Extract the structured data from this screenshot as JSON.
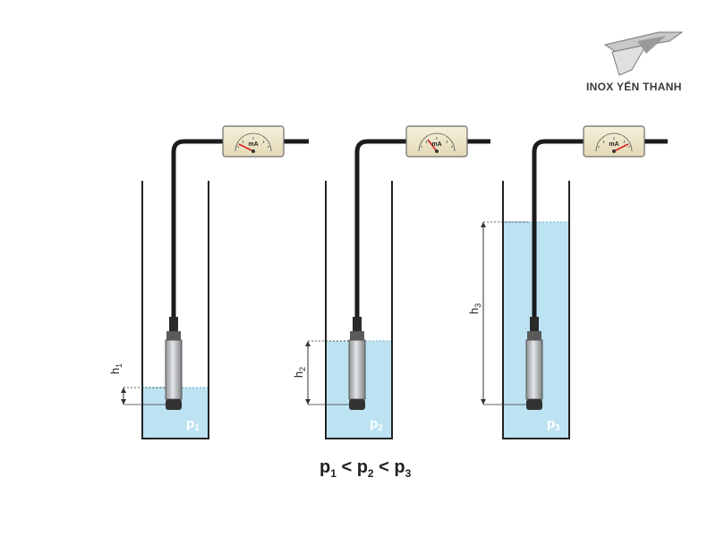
{
  "logo": {
    "brand": "INOX YẾN THANH"
  },
  "gauges": [
    {
      "unit": "mA"
    },
    {
      "unit": "mA"
    },
    {
      "unit": "mA"
    }
  ],
  "labels": {
    "h1": "h1",
    "h2": "h2",
    "h3": "h3",
    "p1": "p1",
    "p2": "p2",
    "p3": "p3"
  },
  "relation": "p1 < p2 < p3",
  "colors": {
    "water": "#bde3f2",
    "cable": "#1c1c1c",
    "tank": "#222222",
    "gauge_face": "#f3ecd2",
    "needle": "#d42020",
    "probe": "#b0b3b6"
  }
}
